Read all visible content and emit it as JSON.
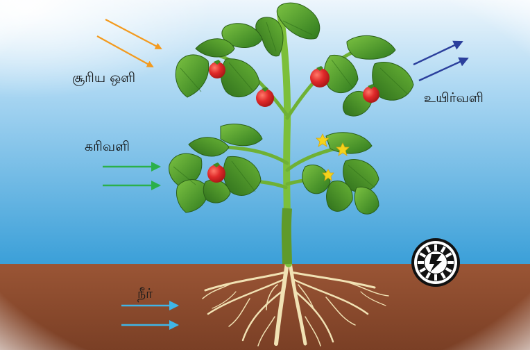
{
  "labels": {
    "sunlight": "சூரிய ஒளி",
    "carbon_dioxide": "கரிவளி",
    "oxygen": "உயிர்வளி",
    "water": "நீர்"
  },
  "colors": {
    "sky_top": "#e9f4fb",
    "sky_bottom": "#3a9fd8",
    "soil": "#8a4a2e",
    "sunlight_arrow": "#f39a1e",
    "carbon_dioxide_arrow": "#2bb04a",
    "oxygen_arrow": "#2b3f9c",
    "water_arrow": "#3fb6e8",
    "leaf": "#4e9a2a",
    "stem": "#7cbf3a",
    "tomato": "#d8252a",
    "flower": "#f5d31c",
    "root": "#f1e2b4"
  },
  "icons": {
    "badge": "lightning-bolt-badge-icon"
  }
}
